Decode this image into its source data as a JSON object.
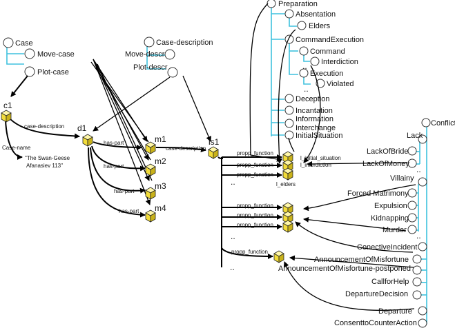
{
  "left_tree": {
    "root": "Case",
    "children": [
      "Move-case",
      "Plot-case"
    ]
  },
  "middle_tree": {
    "root": "Case-description",
    "children": [
      "Move-descr",
      "Plot-descr"
    ]
  },
  "individuals": {
    "c1": "c1",
    "d1": "d1",
    "m1": "m1",
    "m2": "m2",
    "m3": "m3",
    "m4": "m4",
    "is1": "is1",
    "l_initial_situation": "l_initial_situation",
    "l_interdiction": "l_interdiction",
    "l_elders": "l_elders"
  },
  "edges": {
    "case_description": "case-description",
    "case_name": "Case-name",
    "case_name_value_1": "\"The Swan-Geese",
    "case_name_value_2": "Afanasiev 113\"",
    "has_part": "has-part",
    "propp_function": "propp_function",
    "ellipsis": ".."
  },
  "preparation_tree": {
    "root": "Preparation",
    "items": {
      "absentation": "Absentation",
      "elders": "Elders",
      "command_execution": "CommandExecution",
      "command": "Command",
      "interdiction": "Interdiction",
      "execution": "Execution",
      "violated": "Violated",
      "deception": "Deception",
      "incantation": "Incantation",
      "information": "Information",
      "interchange": "Interchange",
      "initial_situation": "InitialSituation"
    }
  },
  "conflict_tree": {
    "root": "Conflict",
    "items": {
      "lack": "Lack",
      "lack_of_bride": "LackOfBride",
      "lack_of_money": "LackOfMoney",
      "villainy": "Villainy",
      "forced_matrimony": "Forced Matrimony",
      "expulsion": "Expulsion",
      "kidnapping": "Kidnapping",
      "murder": "Murder",
      "conective_incident": "ConectiveIncident",
      "announcement": "AnnouncementOfMisfortune",
      "announcement_postponed": "AnnouncementOfMisfortune-postponed",
      "call_for_help": "CallforHelp",
      "departure_decision": "DepartureDecision",
      "departure": "Departure",
      "consent": "ConsenttoCounterAction"
    }
  }
}
